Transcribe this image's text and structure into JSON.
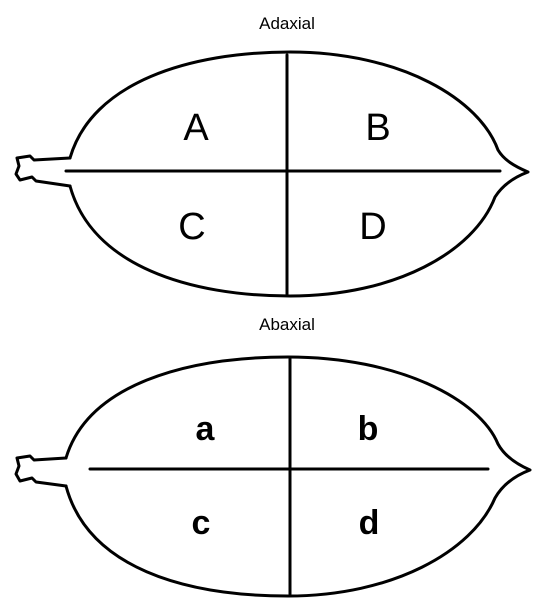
{
  "diagram": {
    "adaxial": {
      "label": "Adaxial",
      "quadrants": [
        "A",
        "B",
        "C",
        "D"
      ]
    },
    "abaxial": {
      "label": "Abaxial",
      "quadrants": [
        "a",
        "b",
        "c",
        "d"
      ]
    },
    "colors": {
      "stroke": "#000000",
      "background": "#ffffff"
    }
  }
}
